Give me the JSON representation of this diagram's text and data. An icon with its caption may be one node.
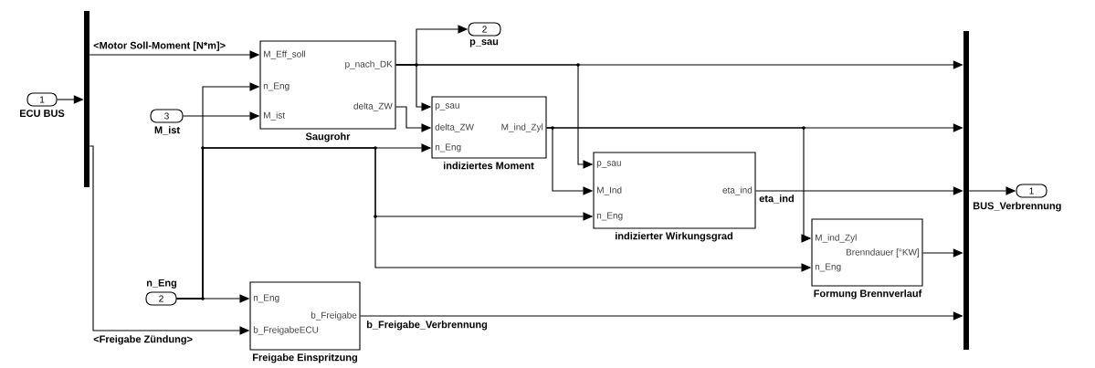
{
  "diagram": {
    "nodes": [
      {
        "text": [
          "1"
        ],
        "beside": [
          "ECU BUS"
        ]
      },
      {
        "text": [],
        "shape": "bar"
      },
      {
        "text": [
          "3"
        ],
        "beside": [
          "M_ist"
        ]
      },
      {
        "text": [
          "2"
        ],
        "beside": [
          "n_Eng"
        ]
      },
      {
        "text": [
          "M_Eff_soll",
          "p_nach_DK",
          "n_Eng",
          "delta_ZW",
          "M_ist"
        ],
        "beside": [
          "Saugrohr"
        ]
      },
      {
        "text": [
          "2"
        ],
        "beside": [
          "p_sau"
        ]
      },
      {
        "text": [
          "p_sau",
          "delta_ZW",
          "M_ind_Zyl",
          "n_Eng"
        ],
        "beside": [
          "indiziertes Moment"
        ]
      },
      {
        "text": [
          "p_sau",
          "M_Ind",
          "eta_ind",
          "n_Eng"
        ],
        "beside": [
          "indizierter Wirkungsgrad"
        ]
      },
      {
        "text": [
          "M_ind_Zyl",
          "Brenndauer [°KW]",
          "n_Eng"
        ],
        "beside": [
          "Formung Brennverlauf"
        ]
      },
      {
        "text": [
          "n_Eng",
          "b_Freigabe",
          "b_FreigabeECU"
        ],
        "beside": [
          "Freigabe Einspritzung"
        ]
      },
      {
        "text": [],
        "shape": "bar"
      },
      {
        "text": [
          "1"
        ],
        "beside": [
          "BUS_Verbrennung"
        ]
      }
    ],
    "edges": [
      {
        "from": 1,
        "to": 4,
        "arrow": "to",
        "label": "<Motor Soll-Moment [N*m]>"
      },
      {
        "from": 0,
        "to": 1,
        "arrow": "to"
      },
      {
        "from": 2,
        "to": 4,
        "arrow": "to"
      },
      {
        "from": 3,
        "to": 4,
        "arrow": "to"
      },
      {
        "from": 3,
        "to": 6,
        "arrow": "to"
      },
      {
        "from": 3,
        "to": 7,
        "arrow": "to"
      },
      {
        "from": 3,
        "to": 8,
        "arrow": "to"
      },
      {
        "from": 3,
        "to": 9,
        "arrow": "to"
      },
      {
        "from": 1,
        "to": 9,
        "arrow": "to",
        "label": "<Freigabe Zündung>"
      },
      {
        "from": 4,
        "to": 5,
        "arrow": "to"
      },
      {
        "from": 4,
        "to": 6,
        "arrow": "to"
      },
      {
        "from": 4,
        "to": 7,
        "arrow": "to"
      },
      {
        "from": 4,
        "to": 10,
        "arrow": "to"
      },
      {
        "from": 4,
        "to": 6,
        "arrow": "to"
      },
      {
        "from": 6,
        "to": 10,
        "arrow": "to"
      },
      {
        "from": 6,
        "to": 7,
        "arrow": "to"
      },
      {
        "from": 6,
        "to": 8,
        "arrow": "to"
      },
      {
        "from": 7,
        "to": 10,
        "arrow": "to",
        "label": "eta_ind"
      },
      {
        "from": 8,
        "to": 10,
        "arrow": "to"
      },
      {
        "from": 9,
        "to": 10,
        "arrow": "to",
        "label": "b_Freigabe_Verbrennung"
      },
      {
        "from": 10,
        "to": 11,
        "arrow": "to"
      }
    ]
  }
}
